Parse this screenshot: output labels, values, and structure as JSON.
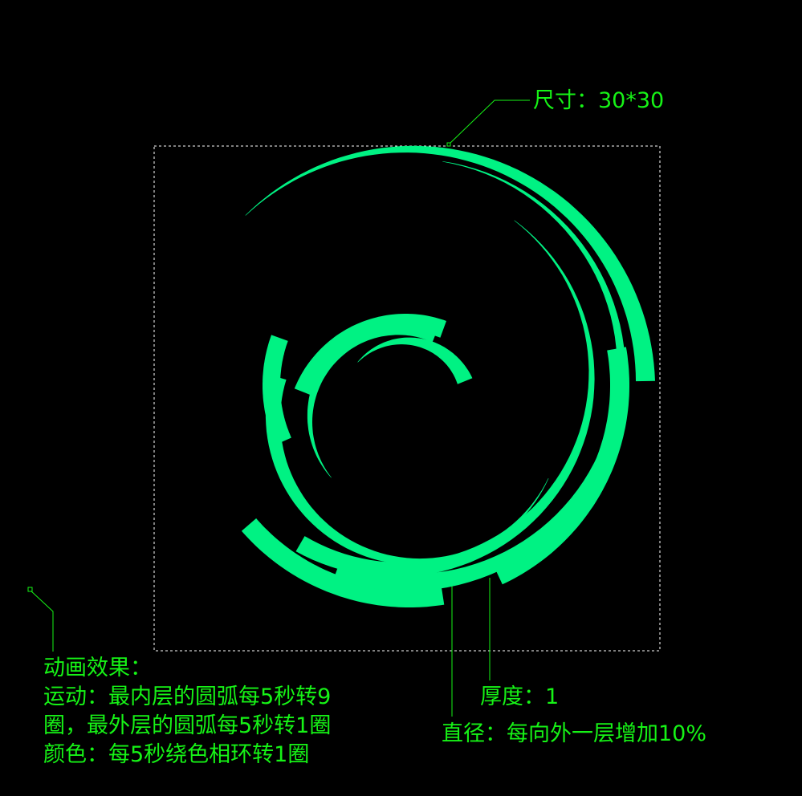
{
  "colors": {
    "background": "#000000",
    "arc": "#00f283",
    "annotation": "#16f316",
    "frame": "#ffffff"
  },
  "annotations": {
    "size": "尺寸：30*30",
    "thickness": "厚度：1",
    "diameter": "直径：每向外一层增加10%",
    "animation": {
      "heading": "动画效果：",
      "line1": "运动：最内层的圆弧每5秒转9",
      "line2": "圈，最外层的圆弧每5秒转1圈",
      "line3": "颜色：每5秒绕色相环转1圈"
    }
  }
}
